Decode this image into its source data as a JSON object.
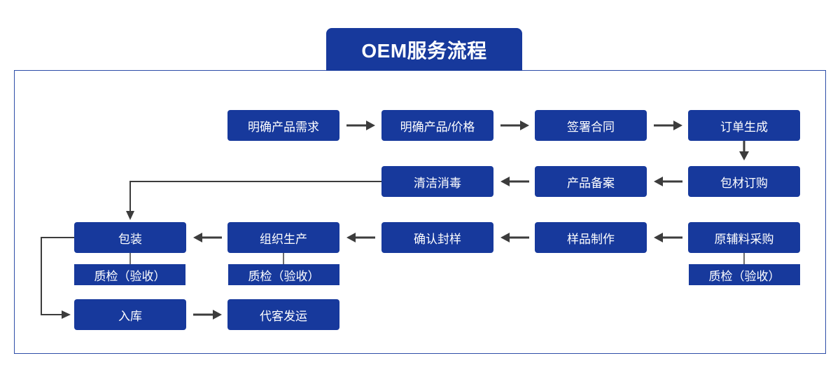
{
  "title": "OEM服务流程",
  "colors": {
    "primary": "#17399c",
    "frame": "#2d4da8",
    "arrow": "#3c3c3c"
  },
  "steps": [
    {
      "label": "明确产品需求"
    },
    {
      "label": "明确产品/价格"
    },
    {
      "label": "签署合同"
    },
    {
      "label": "订单生成"
    },
    {
      "label": "包材订购"
    },
    {
      "label": "产品备案"
    },
    {
      "label": "清洁消毒"
    },
    {
      "label": "原辅料采购",
      "qc": "质检（验收）"
    },
    {
      "label": "样品制作"
    },
    {
      "label": "确认封样"
    },
    {
      "label": "组织生产",
      "qc": "质检（验收）"
    },
    {
      "label": "包装",
      "qc": "质检（验收）"
    },
    {
      "label": "入库"
    },
    {
      "label": "代客发运"
    }
  ]
}
